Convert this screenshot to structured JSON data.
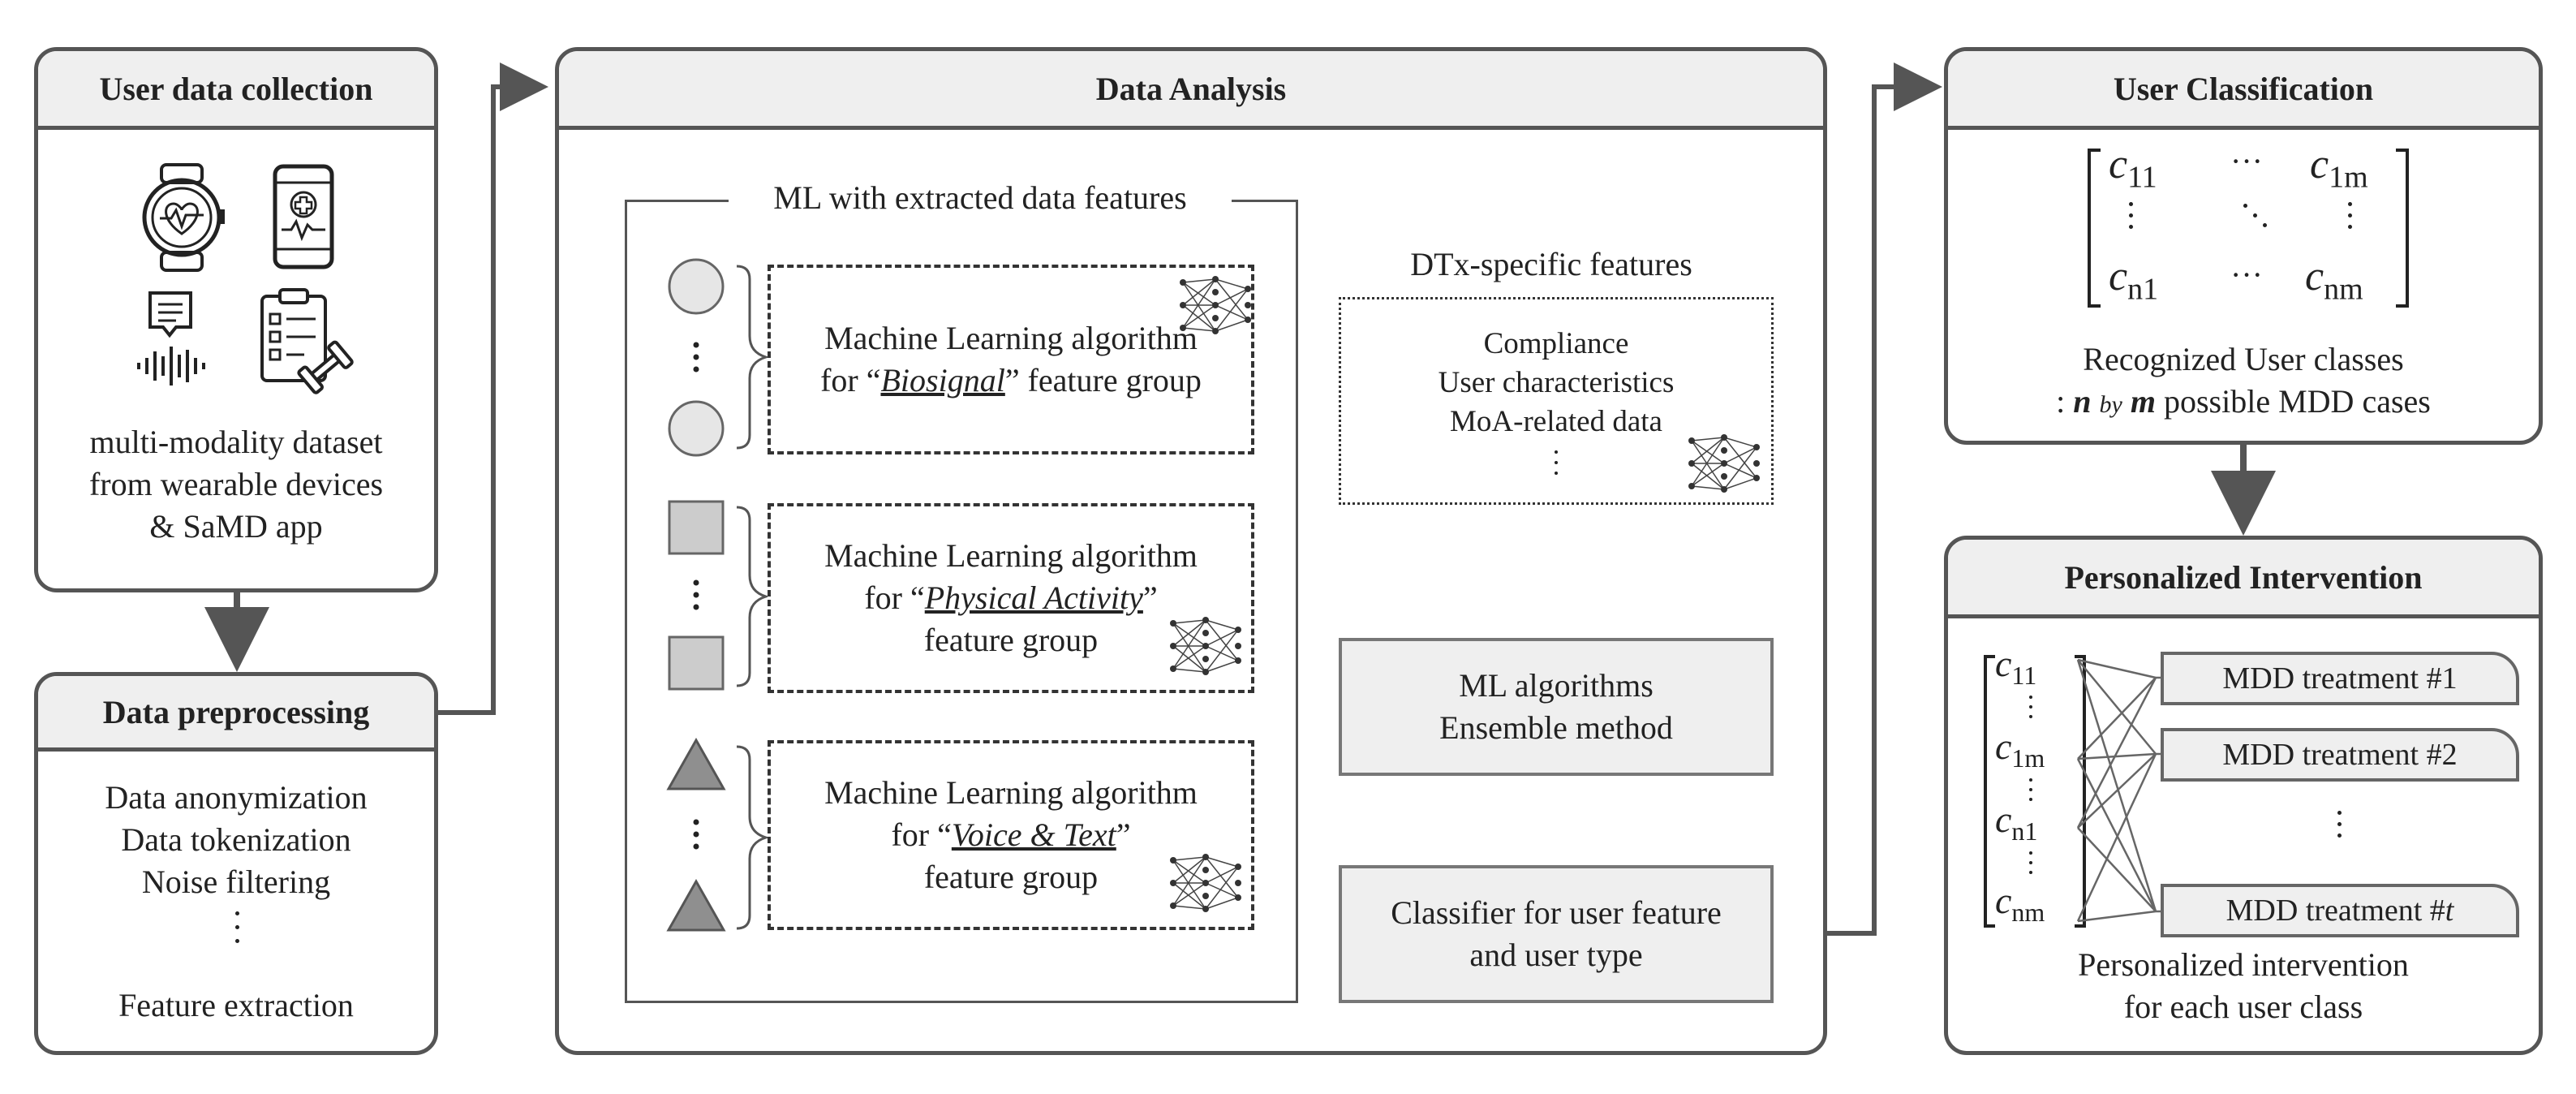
{
  "collection": {
    "title": "User data collection",
    "desc": [
      "multi-modality dataset",
      "from wearable devices",
      "& SaMD app"
    ],
    "icons": [
      "smartwatch-heart-icon",
      "phone-health-icon",
      "voice-message-icon",
      "checklist-fitness-icon"
    ]
  },
  "preprocessing": {
    "title": "Data preprocessing",
    "steps": [
      "Data anonymization",
      "Data tokenization",
      "Noise filtering",
      "Feature extraction"
    ]
  },
  "analysis": {
    "title": "Data Analysis",
    "ml_group_title": "ML with extracted data features",
    "ml_prefix": "Machine Learning algorithm",
    "for_word": "for “",
    "close_quote": "”",
    "feature_group": "feature group",
    "groups": [
      {
        "name": "Biosignal",
        "shape": "circle"
      },
      {
        "name": "Physical Activity",
        "shape": "square"
      },
      {
        "name": "Voice & Text",
        "shape": "triangle"
      }
    ],
    "dtx_title": "DTx-specific features",
    "dtx_items": [
      "Compliance",
      "User characteristics",
      "MoA-related data"
    ],
    "ensemble": [
      "ML algorithms",
      "Ensemble method"
    ],
    "classifier": [
      "Classifier for user feature",
      "and user type"
    ]
  },
  "classification": {
    "title": "User Classification",
    "matrix": {
      "c11": "c",
      "sub11": "11",
      "c1m": "c",
      "sub1m": "1m",
      "cn1": "c",
      "subn1": "n1",
      "cnm": "c",
      "subnm": "nm"
    },
    "desc1": "Recognized User classes",
    "desc2_prefix": ": ",
    "n": "n",
    "by": "by",
    "m": "m",
    "desc2_suffix": " possible MDD cases"
  },
  "intervention": {
    "title": "Personalized Intervention",
    "vector": [
      {
        "c": "c",
        "sub": "11"
      },
      {
        "c": "c",
        "sub": "1m"
      },
      {
        "c": "c",
        "sub": "n1"
      },
      {
        "c": "c",
        "sub": "nm"
      }
    ],
    "treatment1": "MDD treatment #1",
    "treatment2": "MDD treatment #2",
    "treatment_t_prefix": "MDD treatment #",
    "treatment_t_var": "t",
    "desc": [
      "Personalized intervention",
      "for each user class"
    ]
  },
  "colors": {
    "border": "#555555",
    "header_bg": "#efefef",
    "shape_light": "#e6e6e6",
    "shape_mid": "#cccccc",
    "shape_dark": "#8f8f8f"
  }
}
